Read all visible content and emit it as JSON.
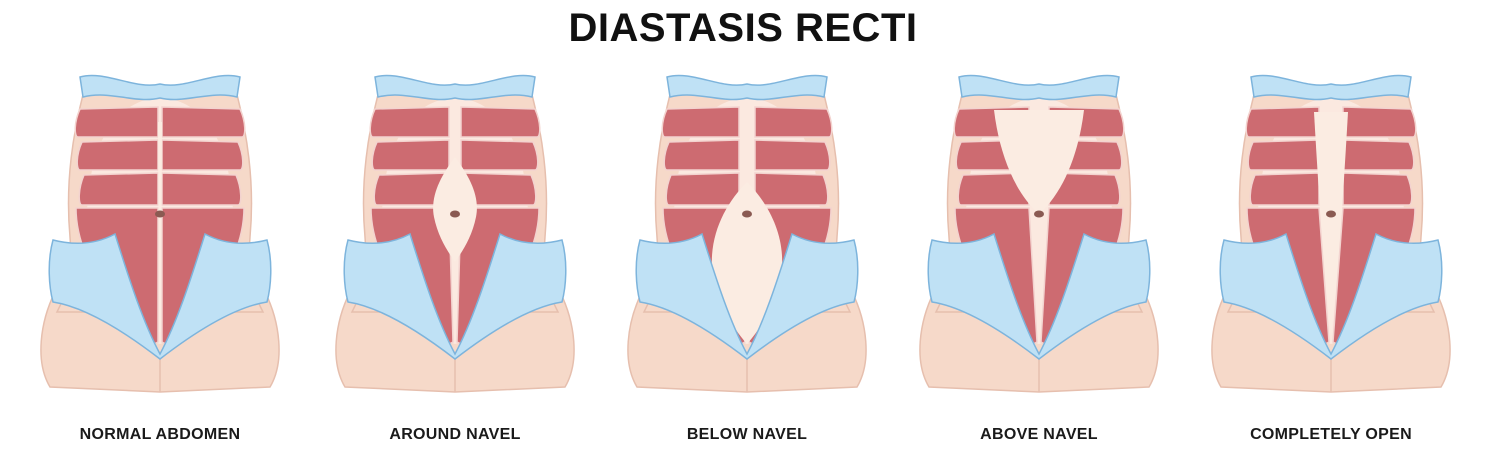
{
  "title": "DIASTASIS RECTI",
  "colors": {
    "skin": "#f6d9c9",
    "skin_outline": "#e6bfae",
    "belly_light": "#fbe9e0",
    "gap": "#fbece2",
    "muscle": "#cd6b71",
    "muscle_line": "#f3d3cf",
    "cloth": "#bfe1f5",
    "cloth_outline": "#7db4dc",
    "navel": "#8a5a52",
    "text": "#1a1a1a"
  },
  "panels": [
    {
      "label": "NORMAL ABDOMEN",
      "variant": "normal"
    },
    {
      "label": "AROUND NAVEL",
      "variant": "around"
    },
    {
      "label": "BELOW NAVEL",
      "variant": "below"
    },
    {
      "label": "ABOVE NAVEL",
      "variant": "above"
    },
    {
      "label": "COMPLETELY OPEN",
      "variant": "open"
    }
  ]
}
